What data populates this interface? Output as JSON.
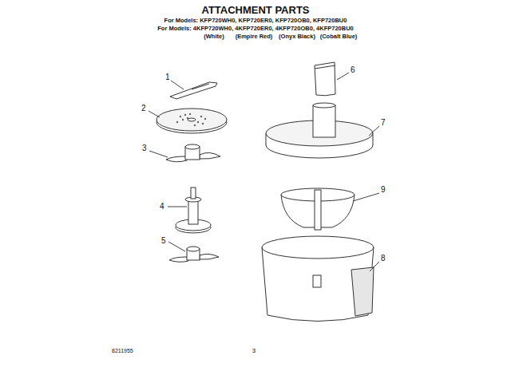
{
  "diagram": {
    "title": "ATTACHMENT PARTS",
    "labels": [
      "For Models: KFP720WH0, KFP720ER0, KFP720OB0, KFP720BU0",
      "For Models: 4KFP720WH0, 4KFP720ER0, 4KFP720OB0, 4KFP720BU0",
      "(White)",
      "(Empire Red)",
      "(Onyx Black)",
      "(Cobalt Blue)",
      "1",
      "2",
      "3",
      "4",
      "5",
      "6",
      "7",
      "8",
      "9",
      "8211955",
      "3"
    ]
  }
}
